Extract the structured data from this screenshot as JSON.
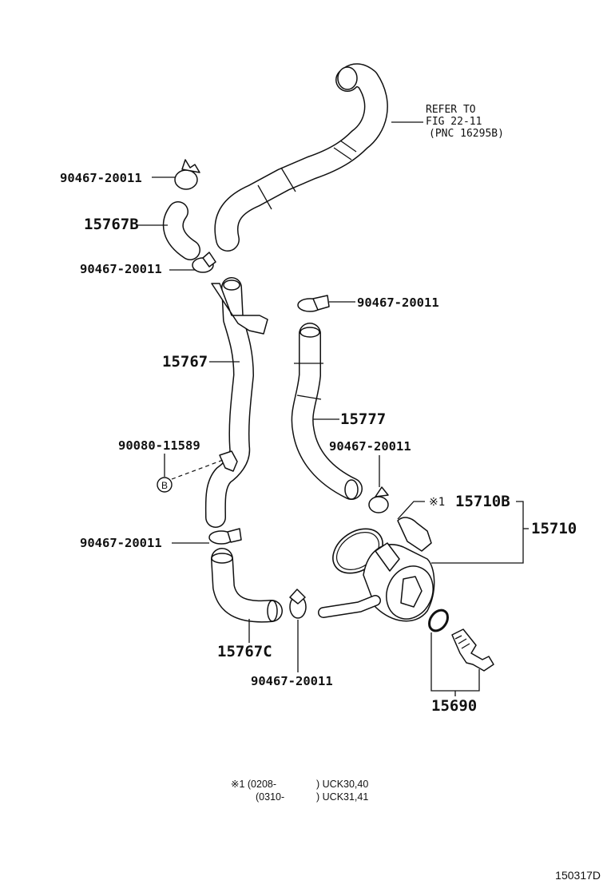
{
  "callouts": {
    "refer_line1": "REFER TO",
    "refer_line2": "FIG 22-11",
    "refer_line3": "(PNC 16295B)",
    "clamp_top_left": "90467-20011",
    "hose_15767b": "15767B",
    "clamp_mid_left": "90467-20011",
    "clamp_right_upper": "90467-20011",
    "hose_15767": "15767",
    "hose_15777": "15777",
    "bolt_90080": "90080-11589",
    "bolt_marker": "B",
    "clamp_right_mid": "90467-20011",
    "star_marker": "※1",
    "cooler_15710b": "15710B",
    "cooler_15710": "15710",
    "clamp_lower_left": "90467-20011",
    "hose_15767c": "15767C",
    "clamp_bottom": "90467-20011",
    "part_15690": "15690"
  },
  "footnote": {
    "line1_a": "※1 (0208-",
    "line1_b": ") UCK30,40",
    "line2_a": "(0310-",
    "line2_b": ") UCK31,41"
  },
  "figure_id": "150317D"
}
